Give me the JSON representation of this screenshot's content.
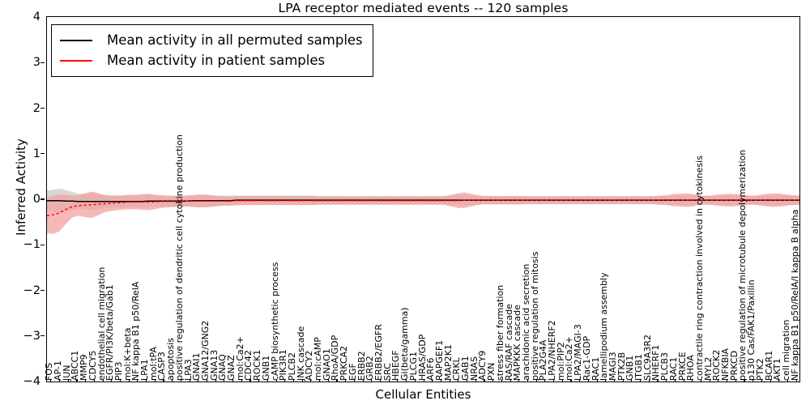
{
  "chart_data": {
    "type": "line",
    "title": "LPA receptor mediated events -- 120 samples",
    "xlabel": "Cellular Entities",
    "ylabel": "Inferred Activity",
    "ylim": [
      -4,
      4
    ],
    "yticks": [
      4,
      3,
      2,
      1,
      0,
      -1,
      -2,
      -3,
      -4
    ],
    "ytick_labels": [
      "4",
      "3",
      "2",
      "1",
      "0",
      "−1",
      "−2",
      "−3",
      "−4"
    ],
    "grid": false,
    "legend_position": "upper left",
    "n_samples": 120,
    "legend": [
      {
        "label": "Mean activity in all permuted samples",
        "color": "#000000"
      },
      {
        "label": "Mean activity in patient samples",
        "color": "#ff0000"
      }
    ],
    "series": [
      {
        "name": "Mean activity in all permuted samples",
        "color": "#000000",
        "band_color": "#c8c8c8",
        "values": [
          -0.03,
          -0.03,
          -0.03,
          -0.04,
          -0.04,
          -0.05,
          -0.05,
          -0.05,
          -0.05,
          -0.05,
          -0.05,
          -0.05,
          -0.05,
          -0.05,
          -0.05,
          -0.05,
          -0.04,
          -0.04,
          -0.04,
          -0.04,
          -0.04,
          -0.04,
          -0.04,
          -0.03,
          -0.03,
          -0.03,
          -0.03,
          -0.03,
          -0.03,
          -0.03,
          -0.02,
          -0.02,
          -0.02,
          -0.02,
          -0.02,
          -0.02,
          -0.02,
          -0.02,
          -0.02,
          -0.02,
          -0.02,
          -0.02,
          -0.02,
          -0.02,
          -0.02,
          -0.02,
          -0.02,
          -0.02,
          -0.02,
          -0.02,
          -0.02,
          -0.02,
          -0.02,
          -0.02,
          -0.02,
          -0.02,
          -0.02,
          -0.02,
          -0.02,
          -0.02,
          -0.02,
          -0.02,
          -0.02,
          -0.02,
          -0.02,
          -0.02,
          -0.02,
          -0.02,
          -0.02,
          -0.02,
          -0.02,
          -0.02,
          -0.02,
          -0.02,
          -0.02,
          -0.02,
          -0.02,
          -0.02,
          -0.02,
          -0.02,
          -0.02,
          -0.02,
          -0.02,
          -0.02,
          -0.02,
          -0.02,
          -0.02,
          -0.02,
          -0.02,
          -0.02,
          -0.02,
          -0.02,
          -0.02,
          -0.02,
          -0.02,
          -0.02,
          -0.02,
          -0.02,
          -0.02,
          -0.02,
          -0.02,
          -0.02,
          -0.02,
          -0.02,
          -0.02,
          -0.02,
          -0.02,
          -0.02,
          -0.02,
          -0.02,
          -0.02,
          -0.02,
          -0.02,
          -0.02,
          -0.02,
          -0.02,
          -0.02,
          -0.02,
          -0.02,
          -0.02
        ],
        "band_half_width": [
          0.22,
          0.24,
          0.26,
          0.24,
          0.2,
          0.17,
          0.17,
          0.18,
          0.17,
          0.15,
          0.14,
          0.13,
          0.13,
          0.13,
          0.13,
          0.14,
          0.14,
          0.13,
          0.12,
          0.12,
          0.12,
          0.12,
          0.12,
          0.12,
          0.13,
          0.13,
          0.12,
          0.11,
          0.11,
          0.11,
          0.1,
          0.1,
          0.1,
          0.1,
          0.1,
          0.1,
          0.1,
          0.1,
          0.1,
          0.1,
          0.1,
          0.1,
          0.1,
          0.09,
          0.09,
          0.09,
          0.09,
          0.09,
          0.09,
          0.09,
          0.09,
          0.09,
          0.09,
          0.09,
          0.09,
          0.09,
          0.09,
          0.09,
          0.09,
          0.09,
          0.09,
          0.09,
          0.09,
          0.09,
          0.1,
          0.11,
          0.12,
          0.11,
          0.1,
          0.09,
          0.09,
          0.09,
          0.09,
          0.09,
          0.09,
          0.09,
          0.09,
          0.09,
          0.09,
          0.09,
          0.09,
          0.09,
          0.09,
          0.09,
          0.09,
          0.09,
          0.09,
          0.09,
          0.09,
          0.09,
          0.09,
          0.09,
          0.09,
          0.09,
          0.09,
          0.09,
          0.09,
          0.09,
          0.09,
          0.1,
          0.1,
          0.11,
          0.11,
          0.1,
          0.1,
          0.1,
          0.1,
          0.1,
          0.11,
          0.11,
          0.11,
          0.1,
          0.1,
          0.1,
          0.1,
          0.11,
          0.11,
          0.11,
          0.1,
          0.1
        ]
      },
      {
        "name": "Mean activity in patient samples",
        "color": "#ff0000",
        "band_color": "#f4a0a0",
        "values": [
          -0.36,
          -0.34,
          -0.3,
          -0.22,
          -0.16,
          -0.14,
          -0.13,
          -0.12,
          -0.11,
          -0.1,
          -0.09,
          -0.08,
          -0.07,
          -0.06,
          -0.06,
          -0.06,
          -0.06,
          -0.06,
          -0.05,
          -0.05,
          -0.05,
          -0.05,
          -0.04,
          -0.04,
          -0.04,
          -0.04,
          -0.04,
          -0.04,
          -0.04,
          -0.04,
          -0.03,
          -0.03,
          -0.03,
          -0.03,
          -0.03,
          -0.03,
          -0.03,
          -0.03,
          -0.03,
          -0.03,
          -0.03,
          -0.03,
          -0.03,
          -0.03,
          -0.03,
          -0.03,
          -0.03,
          -0.03,
          -0.03,
          -0.03,
          -0.03,
          -0.03,
          -0.03,
          -0.03,
          -0.03,
          -0.03,
          -0.03,
          -0.03,
          -0.03,
          -0.03,
          -0.03,
          -0.03,
          -0.03,
          -0.03,
          -0.03,
          -0.03,
          -0.02,
          -0.02,
          -0.02,
          -0.02,
          -0.02,
          -0.02,
          -0.02,
          -0.02,
          -0.02,
          -0.02,
          -0.02,
          -0.02,
          -0.02,
          -0.02,
          -0.02,
          -0.02,
          -0.02,
          -0.02,
          -0.02,
          -0.02,
          -0.02,
          -0.02,
          -0.02,
          -0.02,
          -0.02,
          -0.02,
          -0.02,
          -0.02,
          -0.02,
          -0.02,
          -0.02,
          -0.02,
          -0.02,
          -0.02,
          -0.02,
          -0.02,
          -0.02,
          -0.02,
          -0.02,
          -0.02,
          -0.02,
          -0.02,
          -0.02,
          -0.02,
          -0.02,
          -0.02,
          -0.02,
          -0.02,
          -0.02,
          -0.02,
          -0.02,
          -0.02,
          -0.02,
          -0.02
        ],
        "band_half_width": [
          0.38,
          0.42,
          0.4,
          0.32,
          0.24,
          0.22,
          0.26,
          0.29,
          0.25,
          0.19,
          0.17,
          0.16,
          0.16,
          0.16,
          0.16,
          0.17,
          0.18,
          0.16,
          0.14,
          0.13,
          0.12,
          0.12,
          0.12,
          0.13,
          0.14,
          0.14,
          0.13,
          0.11,
          0.1,
          0.1,
          0.1,
          0.1,
          0.1,
          0.1,
          0.1,
          0.1,
          0.1,
          0.1,
          0.1,
          0.1,
          0.1,
          0.1,
          0.1,
          0.09,
          0.09,
          0.09,
          0.09,
          0.09,
          0.09,
          0.09,
          0.09,
          0.09,
          0.09,
          0.09,
          0.09,
          0.09,
          0.09,
          0.09,
          0.09,
          0.09,
          0.09,
          0.09,
          0.09,
          0.1,
          0.13,
          0.16,
          0.17,
          0.14,
          0.11,
          0.09,
          0.09,
          0.09,
          0.09,
          0.09,
          0.09,
          0.09,
          0.08,
          0.08,
          0.08,
          0.08,
          0.08,
          0.08,
          0.08,
          0.08,
          0.08,
          0.08,
          0.08,
          0.08,
          0.08,
          0.08,
          0.08,
          0.08,
          0.08,
          0.08,
          0.08,
          0.08,
          0.09,
          0.1,
          0.11,
          0.13,
          0.14,
          0.15,
          0.14,
          0.11,
          0.09,
          0.1,
          0.12,
          0.13,
          0.14,
          0.13,
          0.12,
          0.1,
          0.1,
          0.12,
          0.14,
          0.15,
          0.14,
          0.12,
          0.11,
          0.1
        ]
      }
    ],
    "categories": [
      "FOS",
      "AP-1",
      "JUN",
      "ABCC1",
      "MMP9",
      "CDCY5",
      "endothelial cell migration",
      "EGFR/PI3K/beta/Gab1",
      "PIP3",
      "mol:K+beta",
      "NF kappa B1 p50/RelA",
      "LPA1",
      "mol:tPA",
      "CASP3",
      "apoptosis",
      "positive regulation of dendritic cell cytokine production",
      "LPA3",
      "GNAI1",
      "GNA12/GNG2",
      "GNA13",
      "GNAQ",
      "GNAZ",
      "mol:Ca2+",
      "CDC42",
      "ROCK1",
      "GNB1",
      "cAMP biosynthetic process",
      "PIK3R1",
      "PLCB2",
      "JNK cascade",
      "ADCY2",
      "mol:cAMP",
      "GNAO1",
      "RhoA/GDP",
      "PRKCA2",
      "EGF",
      "ERBB2",
      "GRB2",
      "ERBB2/EGFR",
      "SRC",
      "HBEGF",
      "Gi(beta/gamma)",
      "PLCG1",
      "HRAS/GDP",
      "ARF6",
      "RAPGEF1",
      "MAP2K1",
      "CRKL",
      "GAB1",
      "NRAS",
      "ADCY9",
      "PXN",
      "stress fiber formation",
      "RAS/RAF cascade",
      "MAPKKK cascade",
      "arachidonic acid secretion",
      "positive regulation of mitosis",
      "PLA2G4A",
      "LPA2/NHERF2",
      "mol:PIP2",
      "mol:Ca2+",
      "LPA2/MAGI-3",
      "Rac1-GDP",
      "RAC1",
      "lamellipodium assembly",
      "MAGI3",
      "PTK2B",
      "GNB1",
      "ITGB1",
      "SLC9A3R2",
      "NHERF1",
      "PLCB3",
      "RAC1",
      "PRKCE",
      "RHOA",
      "contractile ring contraction involved in cytokinesis",
      "MYL2",
      "ROCK2",
      "NFKBIA",
      "PRKCD",
      "positive regulation of microtubule depolymerization",
      "p130 Cas/FAK1/Paxillin",
      "PTK2",
      "BCAR1",
      "AKT1",
      "cell migration",
      "NF kappa B1 p50/RelA/I kappa B alpha"
    ]
  }
}
